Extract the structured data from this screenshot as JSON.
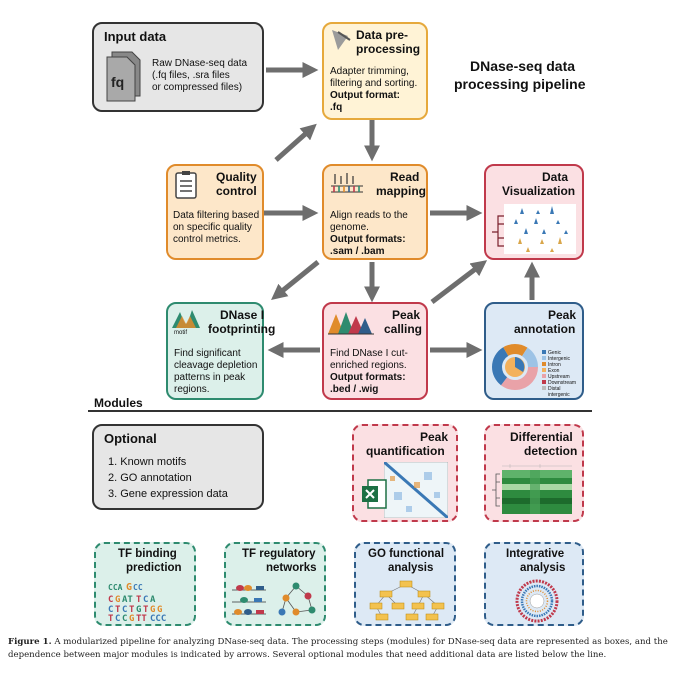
{
  "title": "DNase-seq data processing pipeline",
  "title_lines": [
    "DNase-seq data",
    "processing pipeline"
  ],
  "input_data": {
    "title": "Input data",
    "icon_text": "fq",
    "desc": [
      "Raw DNase-seq data",
      "(.fq files, .sra files",
      "or compressed files)"
    ]
  },
  "preprocessing": {
    "title_lines": [
      "Data pre-",
      "processing"
    ],
    "desc": [
      "Adapter trimming,",
      "filtering and sorting."
    ],
    "format_label": "Output format:",
    "format": ".fq"
  },
  "quality_control": {
    "title_lines": [
      "Quality",
      "control"
    ],
    "desc": [
      "Data filtering based",
      "on specific quality",
      "control metrics."
    ]
  },
  "read_mapping": {
    "title_lines": [
      "Read",
      "mapping"
    ],
    "desc": [
      "Align reads to the",
      "genome."
    ],
    "format_label": "Output formats:",
    "format": ".sam / .bam"
  },
  "data_visualization": {
    "title_lines": [
      "Data",
      "Visualization"
    ]
  },
  "footprinting": {
    "title_lines": [
      "DNase I",
      "footprinting"
    ],
    "icon_text": "motif",
    "desc": [
      "Find significant",
      "cleavage depletion",
      "patterns in peak",
      "regions."
    ]
  },
  "peak_calling": {
    "title_lines": [
      "Peak",
      "calling"
    ],
    "desc": [
      "Find DNase I cut-",
      "enriched regions."
    ],
    "format_label": "Output formats:",
    "format": ".bed / .wig"
  },
  "peak_annotation": {
    "title_lines": [
      "Peak",
      "annotation"
    ],
    "legend": [
      "Genic",
      "Intergenic",
      "Intron",
      "Exon",
      "Upstream",
      "Downstream",
      "Distal",
      "intergenic"
    ]
  },
  "modules_label": "Modules",
  "optional": {
    "title": "Optional",
    "items": [
      "1. Known motifs",
      "2. GO annotation",
      "3. Gene expression data"
    ]
  },
  "peak_quantification": {
    "title_lines": [
      "Peak",
      "quantification"
    ]
  },
  "differential_detection": {
    "title_lines": [
      "Differential",
      "detection"
    ]
  },
  "tf_binding": {
    "title_lines": [
      "TF binding",
      "prediction"
    ]
  },
  "tf_networks": {
    "title_lines": [
      "TF regulatory",
      "networks"
    ]
  },
  "go_functional": {
    "title_lines": [
      "GO functional",
      "analysis"
    ]
  },
  "integrative": {
    "title_lines": [
      "Integrative",
      "analysis"
    ]
  },
  "caption": {
    "label": "Figure 1.",
    "text": "A modularized pipeline for analyzing DNase-seq data. The processing steps (modules) for DNase-seq data are represented as boxes, and the dependence between major modules is indicated by arrows. Several optional modules that need additional data are listed below the line."
  },
  "colors": {
    "input_fill": "#e6e6e6",
    "pre_fill": "#fff3d6",
    "pre_border": "#e6a93c",
    "qc_fill": "#fde7c9",
    "qc_border": "#e08b2b",
    "map_fill": "#fde7c9",
    "map_border": "#e08b2b",
    "vis_fill": "#fbe0e3",
    "vis_border": "#c0394b",
    "foot_fill": "#dcf0ea",
    "foot_border": "#2e8b6f",
    "peak_fill": "#fbe0e3",
    "peak_border": "#c0394b",
    "annot_fill": "#dde9f5",
    "annot_border": "#2f5d8a",
    "arrow": "#6e6e6e"
  }
}
